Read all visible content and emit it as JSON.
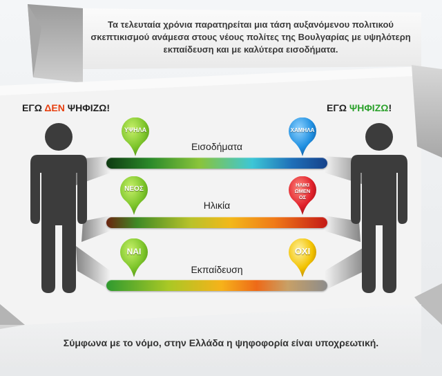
{
  "intro_text": "Τα τελευταία χρόνια παρατηρείται μια τάση αυξανόμενου πολιτικού σκεπτικισμού ανάμεσα στους νέους πολίτες της Βουλγαρίας με υψηλότερη εκπαίδευση και με καλύτερα εισοδήματα.",
  "left_title": {
    "part1": "ΕΓΩ ",
    "accent": "ΔΕΝ",
    "part2": " ΨΗΦΙΖΩ!"
  },
  "right_title": {
    "part1": "ΕΓΩ ",
    "accent": "ΨΗΦΙΖΩ",
    "part2": "!"
  },
  "rows": [
    {
      "label": "Εισοδήματα",
      "left_pin": "ΥΨΗΛΑ",
      "right_pin": "ΧΑΜΗΛΑ"
    },
    {
      "label": "Ηλικία",
      "left_pin": "ΝΕΟΣ",
      "right_pin_lines": [
        "ΗΛΙΚΙ",
        "ΩΜΕΝ",
        "ΟΣ"
      ]
    },
    {
      "label": "Εκπαίδευση",
      "left_pin": "ΝΑΙ",
      "right_pin": "ΟΧΙ"
    }
  ],
  "footer_text": "Σύμφωνα με το νόμο, στην Ελλάδα η ψηφοφορία είναι υποχρεωτική.",
  "colors": {
    "pin_green": "#7cc42a",
    "pin_blue": "#1f8fe0",
    "pin_red": "#e0202a",
    "pin_yellow": "#f2c200",
    "title_red": "#e74010",
    "title_green": "#2aa12a",
    "figure": "#3c3c3c"
  }
}
